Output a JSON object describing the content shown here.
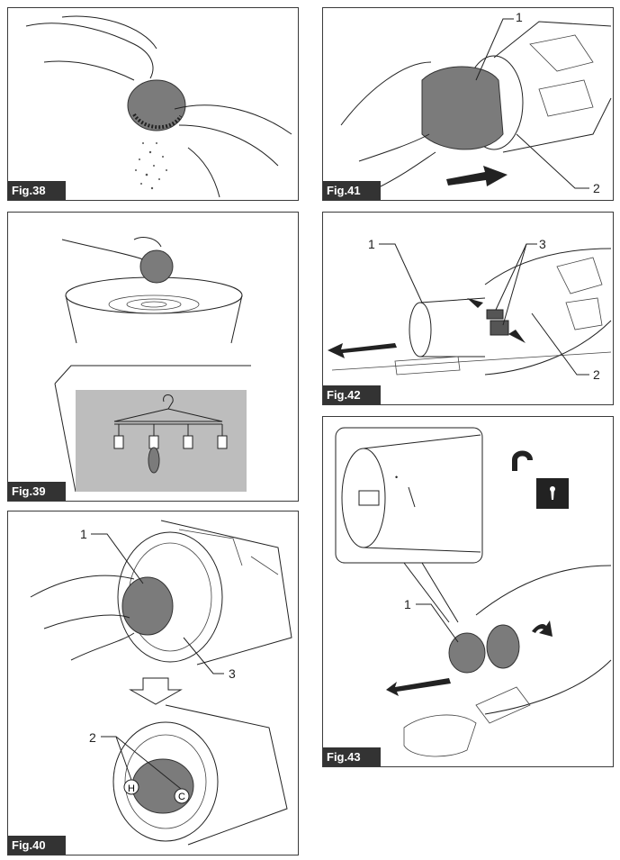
{
  "figures": [
    {
      "id": "fig38",
      "label": "Fig.38",
      "callouts": []
    },
    {
      "id": "fig39",
      "label": "Fig.39",
      "callouts": []
    },
    {
      "id": "fig40",
      "label": "Fig.40",
      "callouts": [
        "1",
        "3",
        "2"
      ]
    },
    {
      "id": "fig41",
      "label": "Fig.41",
      "callouts": [
        "1",
        "2"
      ]
    },
    {
      "id": "fig42",
      "label": "Fig.42",
      "callouts": [
        "1",
        "3",
        "2"
      ]
    },
    {
      "id": "fig43",
      "label": "Fig.43",
      "callouts": [
        "1"
      ]
    }
  ],
  "symbols": {
    "lock_marker": "H",
    "unlock_marker": "C"
  },
  "icons": [
    "hand-icon",
    "filter-icon",
    "bucket-icon",
    "hanger-icon",
    "arrow-icon",
    "unlock-icon"
  ]
}
